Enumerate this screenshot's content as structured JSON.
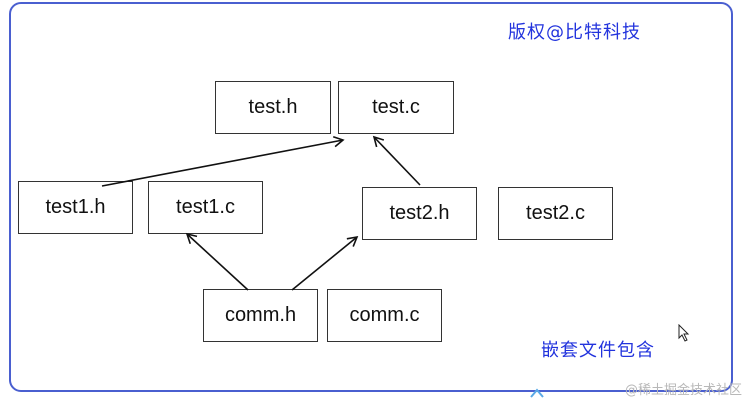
{
  "watermark_text": "@稀土掘金技术社区",
  "notes": {
    "copyright": "版权@比特科技",
    "caption": "嵌套文件包含"
  },
  "files": {
    "test_h": "test.h",
    "test_c": "test.c",
    "test1_h": "test1.h",
    "test1_c": "test1.c",
    "test2_h": "test2.h",
    "test2_c": "test2.c",
    "comm_h": "comm.h",
    "comm_c": "comm.c"
  },
  "colors": {
    "frame_border": "#4a5fd0",
    "note_text": "#2233dd",
    "arrow": "#111111"
  }
}
